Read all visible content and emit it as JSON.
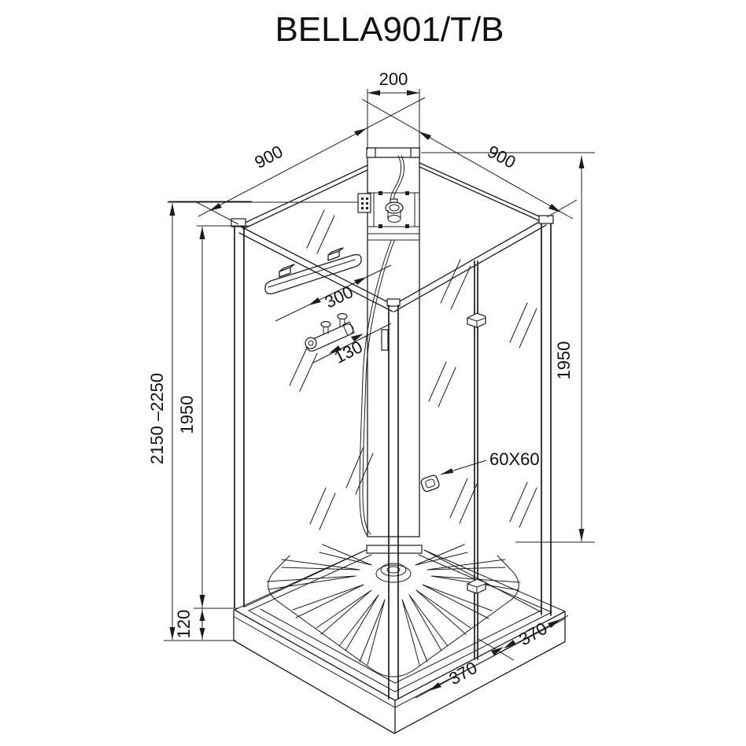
{
  "title": "BELLA901/T/B",
  "colors": {
    "line": "#1c1c1c",
    "background": "#ffffff"
  },
  "dimensions": {
    "top_column_width": "200",
    "left_top_width": "900",
    "right_top_width": "900",
    "overall_height": "2150 –2250",
    "left_glass_height": "1950",
    "right_glass_height": "1950",
    "shelf_width": "300",
    "mixer_width": "130",
    "handle_size": "60X60",
    "tray_height": "120",
    "front_bottom_left_width": "370",
    "front_bottom_right_width": "370"
  }
}
